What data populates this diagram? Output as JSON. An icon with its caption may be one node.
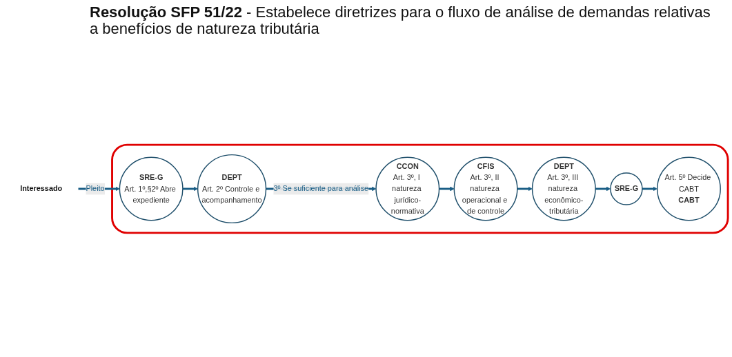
{
  "diagram": {
    "title": "**Resolução SFP 51/22** - Estabelece diretrizes para o fluxo de análise de demandas relativas a benefícios de natureza tributária",
    "nodes": [
      {
        "text": [],
        "shape": "box"
      },
      {
        "text": [
          "SRE-G",
          "Art. 1º,§2º Abre expediente"
        ],
        "in": 0
      },
      {
        "text": [
          "DEPT",
          "Art. 2º Controle e acompanhamento"
        ],
        "in": 0
      },
      {
        "text": [
          "CCON",
          "Art. 3º, I natureza jurídico-normativa"
        ],
        "in": 0
      },
      {
        "text": [
          "CFIS",
          "Art. 3º, II natureza operacional e de controle"
        ],
        "in": 0
      },
      {
        "text": [
          "DEPT",
          "Art. 3º, III natureza econômico-tributária"
        ],
        "in": 0
      },
      {
        "text": [
          "SRE-G"
        ],
        "in": 0
      },
      {
        "text": [
          "Art. 5º Decide CABT",
          "CABT"
        ],
        "in": 0
      },
      {
        "text": [
          "Interessado"
        ]
      }
    ],
    "edges": [
      {
        "from": 8,
        "to": 1,
        "arrow": "to",
        "label": "Pleito"
      },
      {
        "from": 1,
        "to": 2,
        "arrow": "to"
      },
      {
        "from": 2,
        "to": 3,
        "arrow": "to",
        "label": "3º Se suficiente para análise"
      },
      {
        "from": 3,
        "to": 4,
        "arrow": "to"
      },
      {
        "from": 4,
        "to": 5,
        "arrow": "to"
      },
      {
        "from": 5,
        "to": 6,
        "arrow": "to"
      },
      {
        "from": 6,
        "to": 7,
        "arrow": "to"
      }
    ]
  }
}
